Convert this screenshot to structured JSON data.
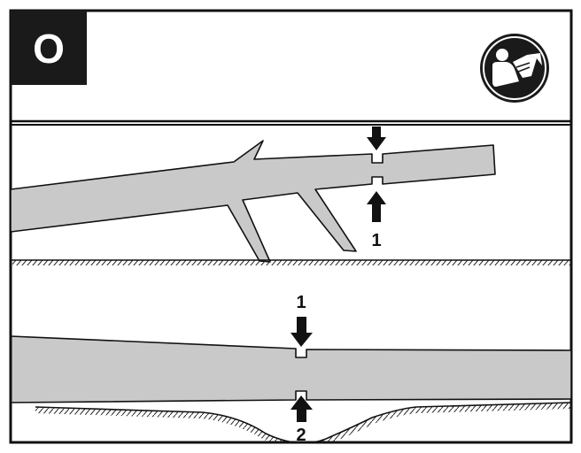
{
  "figure": {
    "badge_letter": "O",
    "icon": "read-manual-icon",
    "colors": {
      "frame": "#111111",
      "branch_fill": "#c9c9c9",
      "badge_bg": "#1a1a1a",
      "icon_bg": "#1a1a1a"
    }
  },
  "panel_top": {
    "cut_label": "1"
  },
  "panel_bottom": {
    "cut_label_top": "1",
    "cut_label_bottom": "2"
  }
}
